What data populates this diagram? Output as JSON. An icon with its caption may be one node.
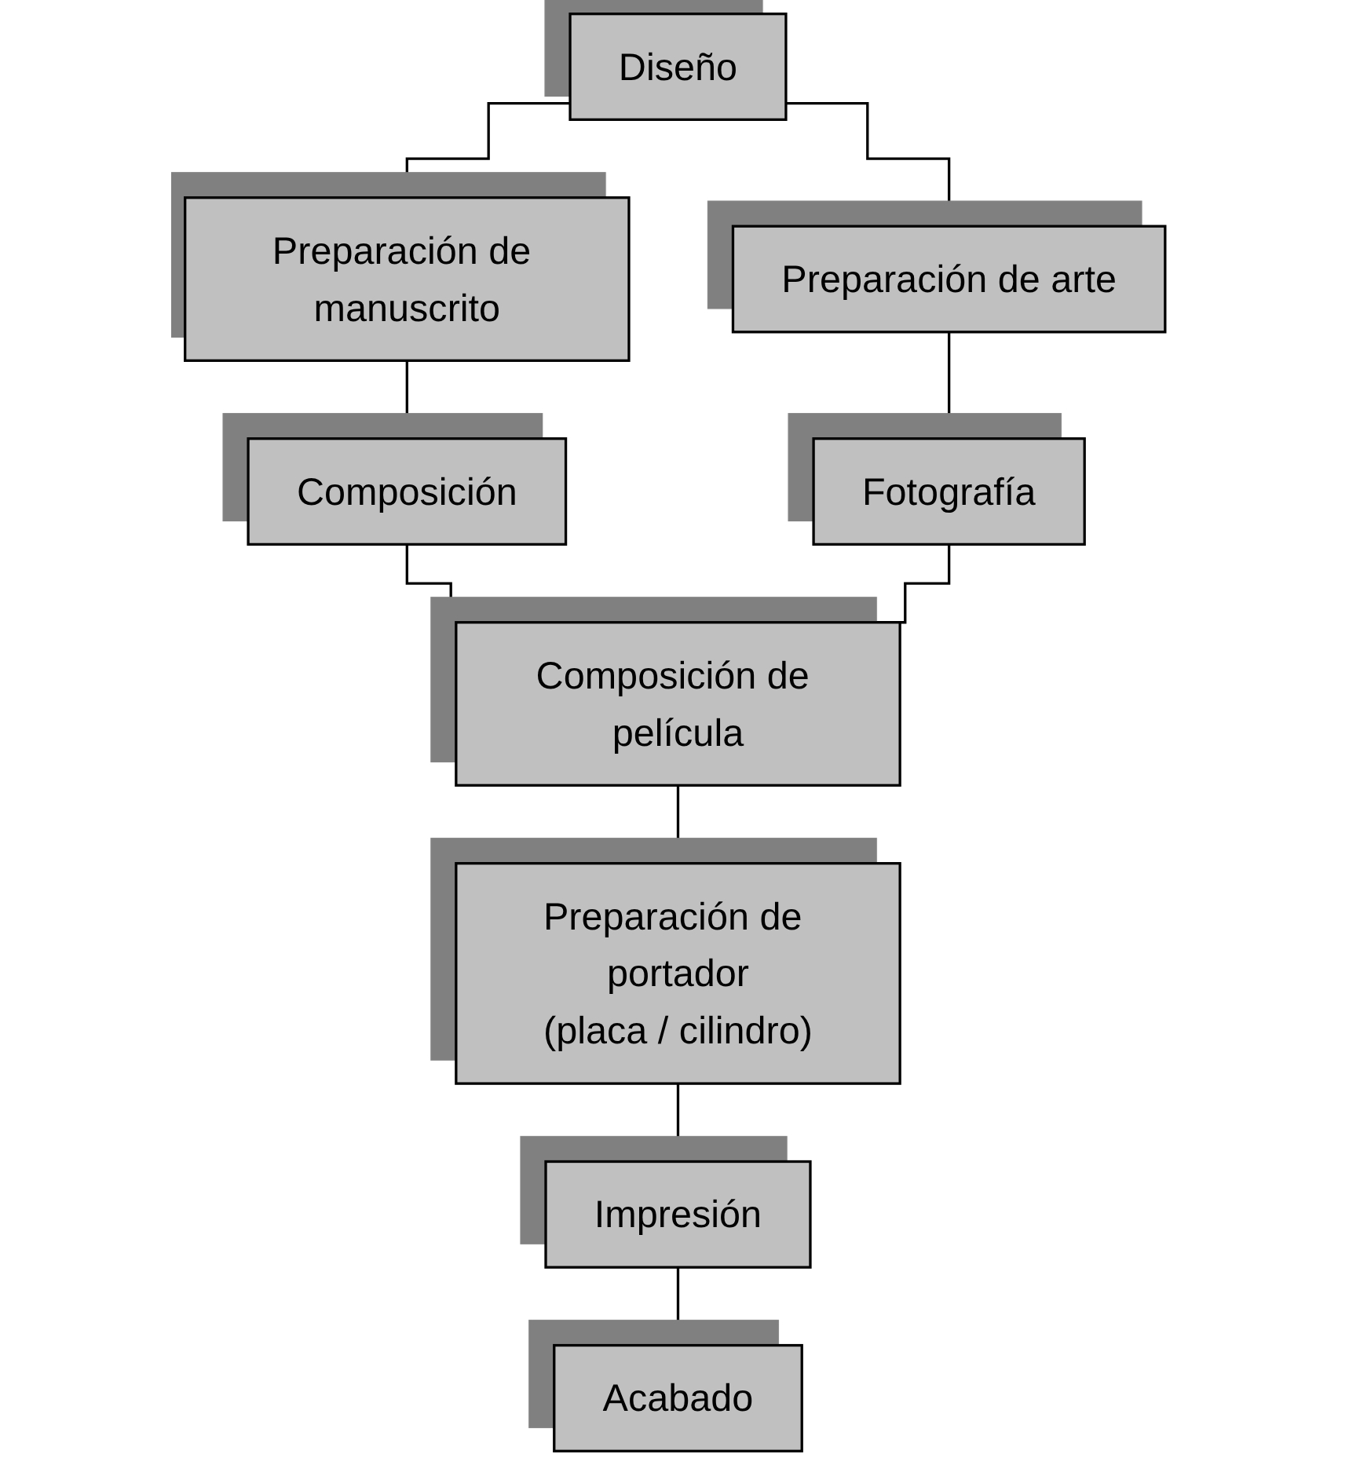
{
  "diagram": {
    "nodes": [
      {
        "text": [
          "Diseño"
        ]
      },
      {
        "text": [
          "Preparación de manuscrito"
        ]
      },
      {
        "text": [
          "Preparación de arte"
        ]
      },
      {
        "text": [
          "Composición"
        ]
      },
      {
        "text": [
          "Fotografía"
        ]
      },
      {
        "text": [
          "Composición de película"
        ]
      },
      {
        "text": [
          "Preparación de portador",
          "(placa / cilindro)"
        ]
      },
      {
        "text": [
          "Impresión"
        ]
      },
      {
        "text": [
          "Acabado"
        ]
      }
    ],
    "edges": [
      {
        "from": 0,
        "to": 1,
        "arrow": "none"
      },
      {
        "from": 0,
        "to": 2,
        "arrow": "none"
      },
      {
        "from": 1,
        "to": 3,
        "arrow": "none"
      },
      {
        "from": 2,
        "to": 4,
        "arrow": "none"
      },
      {
        "from": 3,
        "to": 5,
        "arrow": "none"
      },
      {
        "from": 4,
        "to": 5,
        "arrow": "none"
      },
      {
        "from": 5,
        "to": 6,
        "arrow": "none"
      },
      {
        "from": 6,
        "to": 7,
        "arrow": "none"
      },
      {
        "from": 7,
        "to": 8,
        "arrow": "none"
      }
    ]
  }
}
